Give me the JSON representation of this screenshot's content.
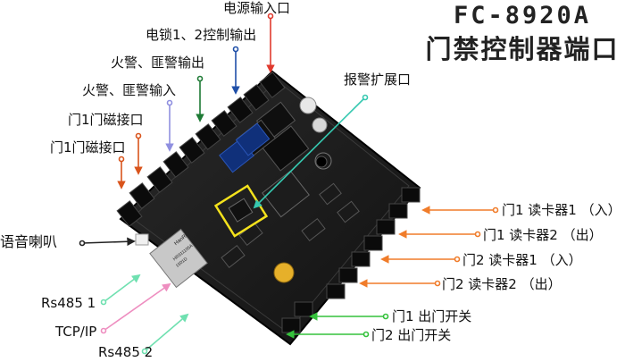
{
  "header": {
    "model": "FC-8920A",
    "subtitle": "门禁控制器端口"
  },
  "board": {
    "chip1_text": "HanRun",
    "chip2_text": "HR911105A",
    "chip3_text": "1501D"
  },
  "labels": {
    "power_input": "电源输入口",
    "lock_control_output": "电锁1、2控制输出",
    "fire_alarm_output": "火警、匪警输出",
    "fire_alarm_input": "火警、匪警输入",
    "door1_magnet_a": "门1门磁接口",
    "door1_magnet_b": "门1门磁接口",
    "alarm_expansion": "报警扩展口",
    "door1_reader1": "门1 读卡器1 （入）",
    "door1_reader2": "门1 读卡器2 （出）",
    "door2_reader1": "门2 读卡器1 （入）",
    "door2_reader2": "门2 读卡器2 （出）",
    "door1_exit_switch": "门1 出门开关",
    "door2_exit_switch": "门2 出门开关",
    "speaker": "语音喇叭",
    "rs485_1": "Rs485 1",
    "tcp_ip": "TCP/IP",
    "rs485_2": "Rs485 2"
  },
  "colors": {
    "power_arrow": "#e03a2e",
    "lock_arrow": "#1f4fa8",
    "fire_out_arrow": "#1e7a35",
    "fire_in_arrow": "#8f8fe0",
    "magnet_arrow": "#d9541c",
    "expansion_arrow": "#36c8b0",
    "reader_arrow": "#f07c2a",
    "exit_arrow": "#35c23c",
    "rs485_arrow": "#6fe0b0",
    "tcp_arrow": "#ee8ec0",
    "speaker_arrow": "#222222",
    "highlight_box": "#f4e21c"
  }
}
